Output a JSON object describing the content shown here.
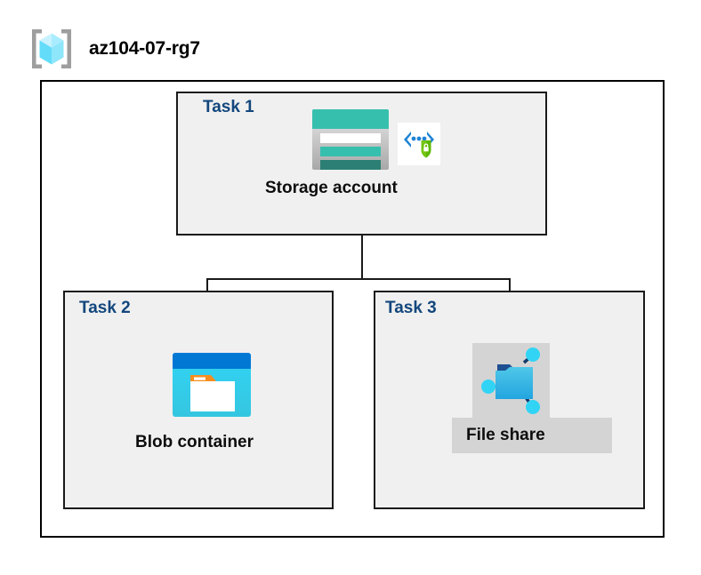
{
  "diagram": {
    "type": "azure-architecture",
    "resource_group": {
      "icon": "resource-group-cube-icon",
      "name": "az104-07-rg7"
    },
    "colors": {
      "task_label": "#13477d",
      "caption": "#0d0d0d",
      "box_fill": "#f0f0f0",
      "box_border": "#1a1a1a",
      "frame_border": "#000000",
      "storage_teal": "#37bfae",
      "storage_teal_dark": "#2b7f74",
      "blob_blue": "#0078d4",
      "blob_cyan": "#32d4f5",
      "blob_orange": "#f78d1e",
      "fileshare_blue": "#32bedd",
      "fileshare_node": "#32d4f5",
      "shield_green": "#5cb800",
      "bracket_gray": "#9e9e9e",
      "cube_cyan": "#9cebff",
      "caption_band": "#d4d4d4"
    },
    "tasks": [
      {
        "id": "task1",
        "label": "Task 1",
        "node_caption": "Storage account",
        "icons": [
          "storage-account-icon",
          "secure-endpoint-shield-icon"
        ]
      },
      {
        "id": "task2",
        "label": "Task 2",
        "node_caption": "Blob container",
        "icons": [
          "blob-container-icon"
        ]
      },
      {
        "id": "task3",
        "label": "Task 3",
        "node_caption": "File share",
        "icons": [
          "file-share-icon"
        ]
      }
    ],
    "connections": [
      {
        "from": "task1",
        "to": "task2"
      },
      {
        "from": "task1",
        "to": "task3"
      }
    ]
  }
}
